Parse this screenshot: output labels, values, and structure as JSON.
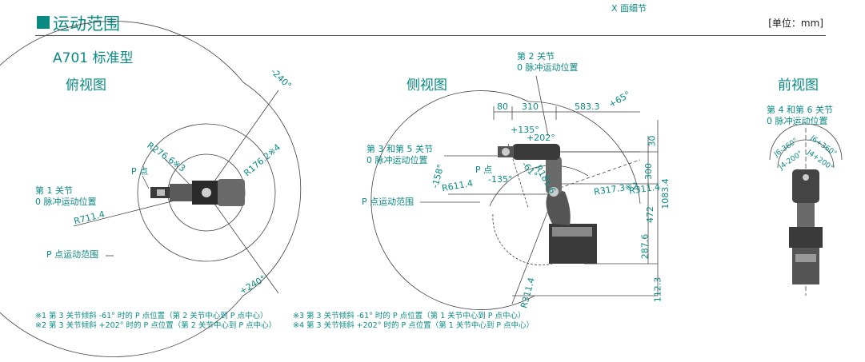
{
  "header": {
    "section_title": "运动范围",
    "unit": "[单位：mm]",
    "top_note": "X 面细节"
  },
  "model": "A701 标准型",
  "top_view": {
    "title": "俯视图",
    "angle_neg": "-240°",
    "angle_pos": "+240°",
    "r_inner_label": "R276.6※3",
    "r_mid_label": "R176.2※4",
    "p_point": "P 点",
    "joint1_label": "第 1 关节",
    "joint1_sub": "0 脉冲运动位置",
    "r_outer_label": "R711.4",
    "p_range": "P 点运动范围"
  },
  "side_view": {
    "title": "侧视图",
    "joint2_label": "第 2 关节",
    "joint2_sub": "0 脉冲运动位置",
    "joint35_label": "第 3 和第 5 关节",
    "joint35_sub": "0 脉冲运动位置",
    "p_point": "P 点",
    "p_range": "P 点运动范围",
    "dims": {
      "d80": "80",
      "d310": "310",
      "d583": "583.3",
      "a65": "+65°",
      "a135p": "+135°",
      "a202": "+202°",
      "a135n": "-135°",
      "a61": "-61°",
      "a158": "-158°",
      "r611": "R611.4",
      "r181": "R181.6",
      "r317": "R317.3※2",
      "r311a": "R311.4",
      "r311b": "R311.4",
      "d30": "30",
      "d300": "300",
      "d1083": "1083.4",
      "d472": "472",
      "d287": "287.6",
      "d112": "112.3"
    }
  },
  "front_view": {
    "title": "前视图",
    "joint46_label": "第 4 和第 6 关节",
    "joint46_sub": "0 脉冲运动位置",
    "j6_neg": "J6-360°",
    "j6_pos": "J6+360°",
    "j4_neg": "J4-200°",
    "j4_pos": "J4+200°"
  },
  "notes": {
    "n1": "※1  第 3 关节倾斜 -61° 时的 P 点位置（第 2 关节中心到 P 点中心）",
    "n2": "※2  第 3 关节倾斜 +202° 时的 P 点位置（第 2 关节中心到 P 点中心）",
    "n3": "※3  第 3 关节倾斜 -61° 时的 P 点位置（第 1 关节中心到 P 点中心）",
    "n4": "※4  第 3 关节倾斜 +202° 时的 P 点位置（第 1 关节中心到 P 点中心）"
  },
  "colors": {
    "accent": "#0b8a83",
    "line": "#555555",
    "robot_dark": "#2a2a2a",
    "robot_mid": "#6a6a6a"
  }
}
